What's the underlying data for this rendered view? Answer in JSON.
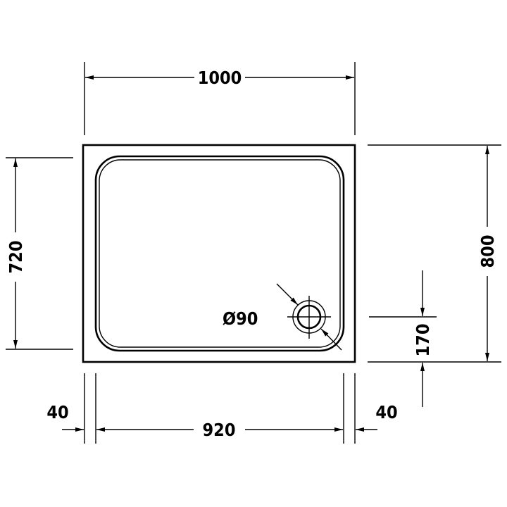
{
  "dimensions": {
    "overall_width": "1000",
    "overall_depth": "800",
    "inner_depth": "720",
    "inner_width": "920",
    "left_rim": "40",
    "right_rim": "40",
    "drain_offset": "170",
    "drain_diameter": "Ø90"
  }
}
